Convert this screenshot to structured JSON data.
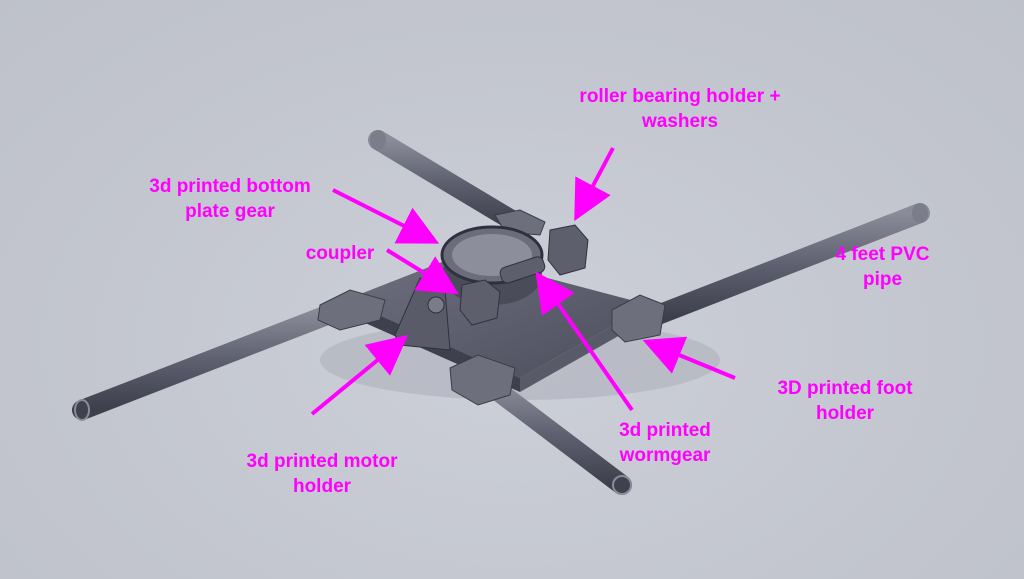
{
  "diagram": {
    "subject": "CAD render of rotating base assembly with four PVC pipe legs",
    "annotation_color": "#ff00ff",
    "labels": [
      {
        "id": "roller-bearing",
        "line1": "roller bearing holder +",
        "line2": "washers"
      },
      {
        "id": "bottom-plate-gear",
        "line1": "3d printed bottom",
        "line2": "plate gear"
      },
      {
        "id": "coupler",
        "line1": "coupler",
        "line2": ""
      },
      {
        "id": "pvc-pipe",
        "line1": "4 feet PVC",
        "line2": "pipe"
      },
      {
        "id": "foot-holder",
        "line1": "3D printed foot",
        "line2": "holder"
      },
      {
        "id": "wormgear",
        "line1": "3d printed",
        "line2": "wormgear"
      },
      {
        "id": "motor-holder",
        "line1": "3d printed motor",
        "line2": "holder"
      }
    ]
  }
}
